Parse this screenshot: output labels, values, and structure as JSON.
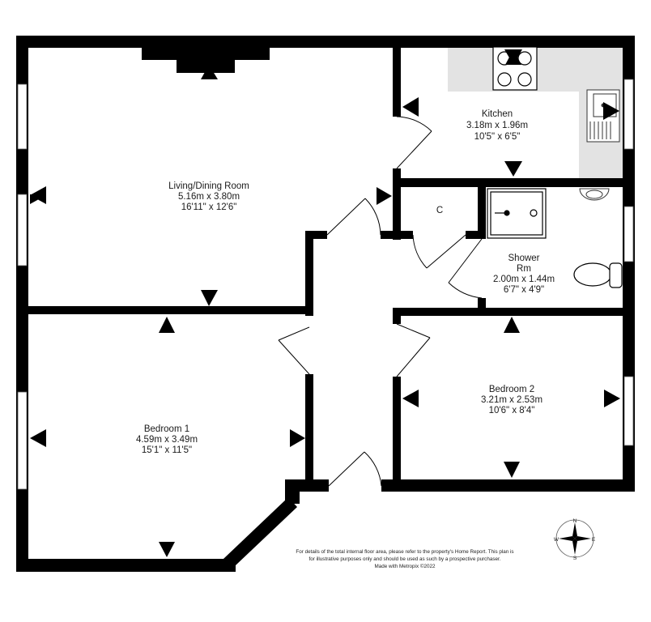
{
  "rooms": {
    "living": {
      "name": "Living/Dining Room",
      "metric": "5.16m  x 3.80m",
      "imperial": "16'11\"  x 12'6\""
    },
    "kitchen": {
      "name": "Kitchen",
      "metric": "3.18m  x 1.96m",
      "imperial": "10'5\"  x 6'5\""
    },
    "cupboard": {
      "name": "C"
    },
    "shower": {
      "name_line1": "Shower",
      "name_line2": "Rm",
      "metric": "2.00m  x 1.44m",
      "imperial": "6'7\"  x 4'9\""
    },
    "bedroom1": {
      "name": "Bedroom 1",
      "metric": "4.59m  x 3.49m",
      "imperial": "15'1\"  x 11'5\""
    },
    "bedroom2": {
      "name": "Bedroom 2",
      "metric": "3.21m  x 2.53m",
      "imperial": "10'6\"  x 8'4\""
    }
  },
  "footer": {
    "line1": "For details of the total internal floor area, please refer to the property's Home Report. This plan is",
    "line2": "for illustrative purposes only and should be used as such by a prospective purchaser.",
    "line3": "Made with Metropix ©2022"
  },
  "compass": {
    "n": "N",
    "e": "E",
    "s": "S",
    "w": "W"
  },
  "colors": {
    "wall": "#000000",
    "window": "#ffffff",
    "worktop": "#e3e3e3",
    "background": "#ffffff"
  }
}
